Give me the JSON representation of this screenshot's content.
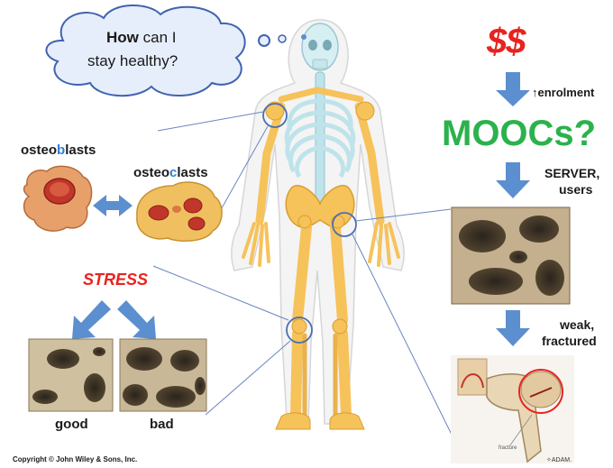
{
  "thought": {
    "word_bold": "How",
    "line1_rest": " can I",
    "line2": "stay healthy?"
  },
  "labels": {
    "osteoblasts": {
      "pre": "osteo",
      "mid": "b",
      "post": "lasts"
    },
    "osteoclasts": {
      "pre": "osteo",
      "mid": "c",
      "post": "lasts"
    },
    "stress": "STRESS",
    "good": "good",
    "bad": "bad",
    "money": "$$",
    "enrolment": "↑enrolment",
    "moocs": "MOOCs?",
    "server_line1": "SERVER,",
    "server_line2": "users",
    "weak_line1": "weak,",
    "weak_line2": "fractured",
    "fracture": "fracture",
    "adam": "✧ADAM.",
    "copyright": "Copyright © John Wiley & Sons, Inc."
  },
  "colors": {
    "arrow_blue": "#5b8fcf",
    "money_red": "#e8231f",
    "stress_red": "#e8231f",
    "moocs_green": "#2bb24c",
    "mid_letter_blue": "#2f7fd6",
    "bone": "#f6c25a",
    "ribcage": "#bfe3ea",
    "circle_blue": "#4a6fb0",
    "cloud_fill": "#e7eefb",
    "cloud_stroke": "#3f64b0"
  }
}
